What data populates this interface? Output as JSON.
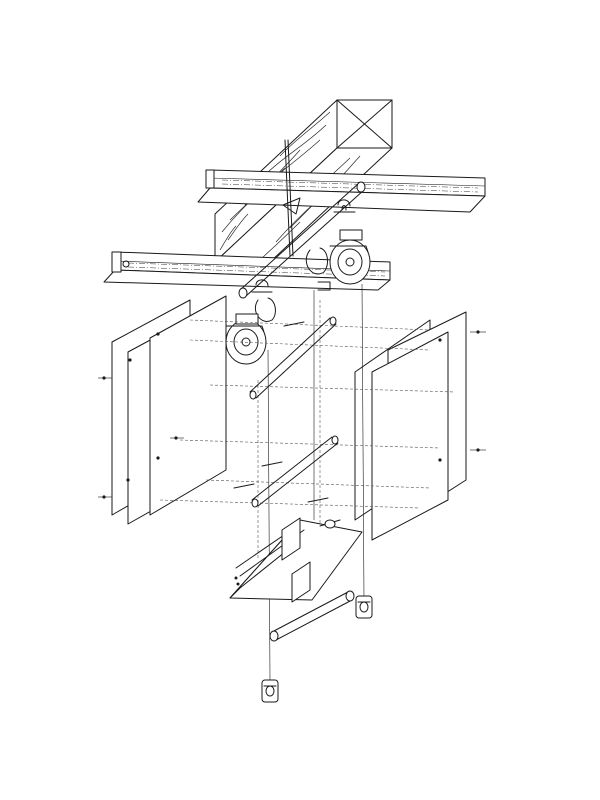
{
  "drawing": {
    "kind": "exploded axonometric assembly",
    "line_color": "#1a1a1a",
    "background": "#ffffff",
    "components": [
      "timber-beam",
      "upper-steel-channel",
      "lower-steel-channel",
      "pipe-rail",
      "hook-clamp",
      "cable-reel",
      "left-panel",
      "right-panel",
      "cross-rod",
      "angle-bracket-tray",
      "counterweight"
    ]
  }
}
